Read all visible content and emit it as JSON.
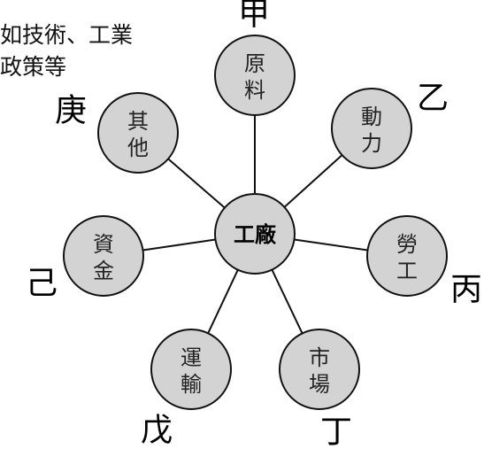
{
  "note": [
    "如技術、工業",
    "政策等"
  ],
  "hub": {
    "label": "工廠"
  },
  "nodes": [
    {
      "lines": [
        "原",
        "料"
      ],
      "branch": "甲"
    },
    {
      "lines": [
        "動",
        "力"
      ],
      "branch": "乙"
    },
    {
      "lines": [
        "勞",
        "工"
      ],
      "branch": "丙"
    },
    {
      "lines": [
        "市",
        "場"
      ],
      "branch": "丁"
    },
    {
      "lines": [
        "運",
        "輸"
      ],
      "branch": "戊"
    },
    {
      "lines": [
        "資",
        "金"
      ],
      "branch": "己"
    },
    {
      "lines": [
        "其",
        "他"
      ],
      "branch": "庚"
    }
  ]
}
